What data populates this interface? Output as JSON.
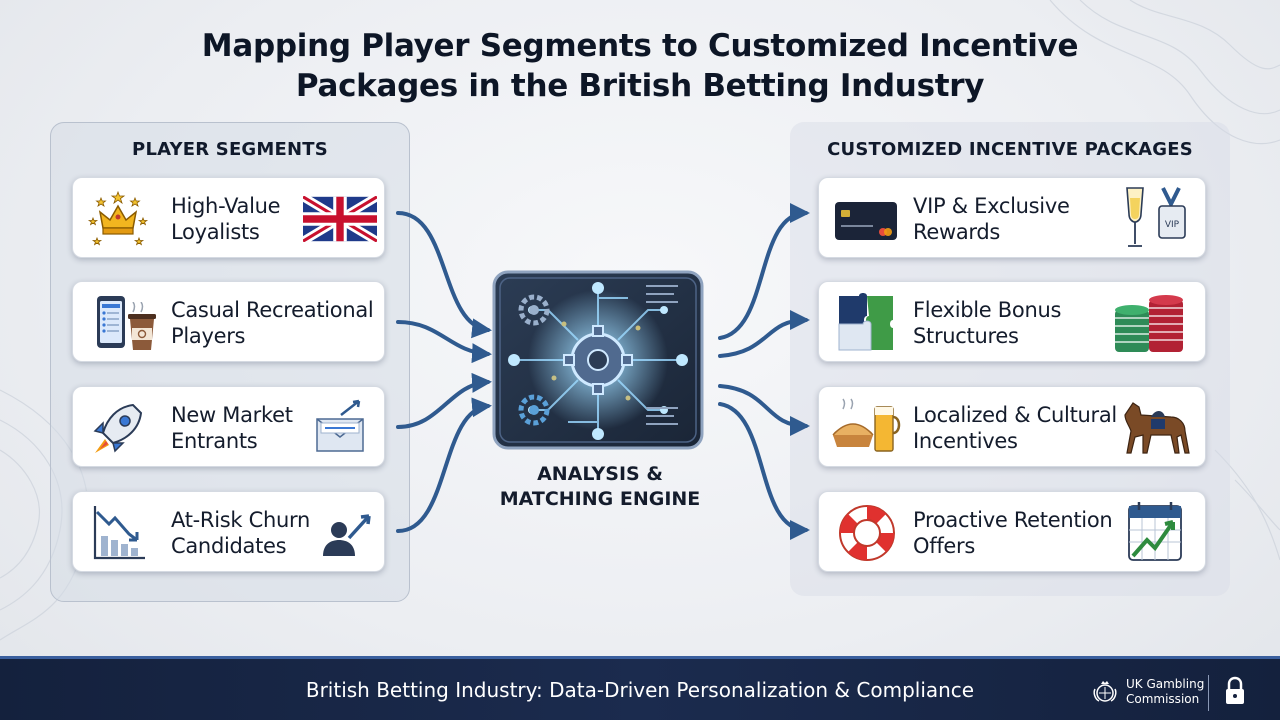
{
  "title": {
    "line1": "Mapping Player Segments to Customized Incentive",
    "line2": "Packages in the British Betting Industry"
  },
  "left_panel": {
    "heading": "PLAYER SEGMENTS",
    "items": [
      {
        "line1": "High-Value",
        "line2": "Loyalists",
        "icon_left": "crown-stars-icon",
        "icon_right": "union-jack-flag-icon"
      },
      {
        "line1": "Casual Recreational",
        "line2": "Players",
        "icon_left": "smartphone-app-icon",
        "icon_right": "coffee-cup-icon"
      },
      {
        "line1": "New Market",
        "line2": "Entrants",
        "icon_left": "rocket-icon",
        "icon_right": "welcome-envelope-icon"
      },
      {
        "line1": "At-Risk Churn",
        "line2": "Candidates",
        "icon_left": "declining-chart-icon",
        "icon_right": "user-arrow-icon"
      }
    ]
  },
  "engine": {
    "line1": "ANALYSIS &",
    "line2": "MATCHING ENGINE",
    "icon": "circuit-gears-icon"
  },
  "right_panel": {
    "heading": "CUSTOMIZED INCENTIVE PACKAGES",
    "items": [
      {
        "line1": "VIP & Exclusive",
        "line2": "Rewards",
        "icon_left": "credit-card-icon",
        "icon_right": "champagne-vip-badge-icon"
      },
      {
        "line1": "Flexible Bonus",
        "line2": "Structures",
        "icon_left": "puzzle-pieces-icon",
        "icon_right": "poker-chips-icon"
      },
      {
        "line1": "Localized & Cultural",
        "line2": "Incentives",
        "icon_left": "pie-and-beer-icon",
        "icon_right": "racehorse-icon"
      },
      {
        "line1": "Proactive Retention",
        "line2": "Offers",
        "icon_left": "life-ring-icon",
        "icon_right": "calendar-growth-icon"
      }
    ]
  },
  "footer": {
    "text": "British Betting Industry: Data-Driven Personalization & Compliance",
    "brand_line1": "UK Gambling",
    "brand_line2": "Commission"
  },
  "colors": {
    "arrow": "#2f5a8f",
    "footer_bg": "#14213d",
    "glow": "#9fdcff"
  }
}
